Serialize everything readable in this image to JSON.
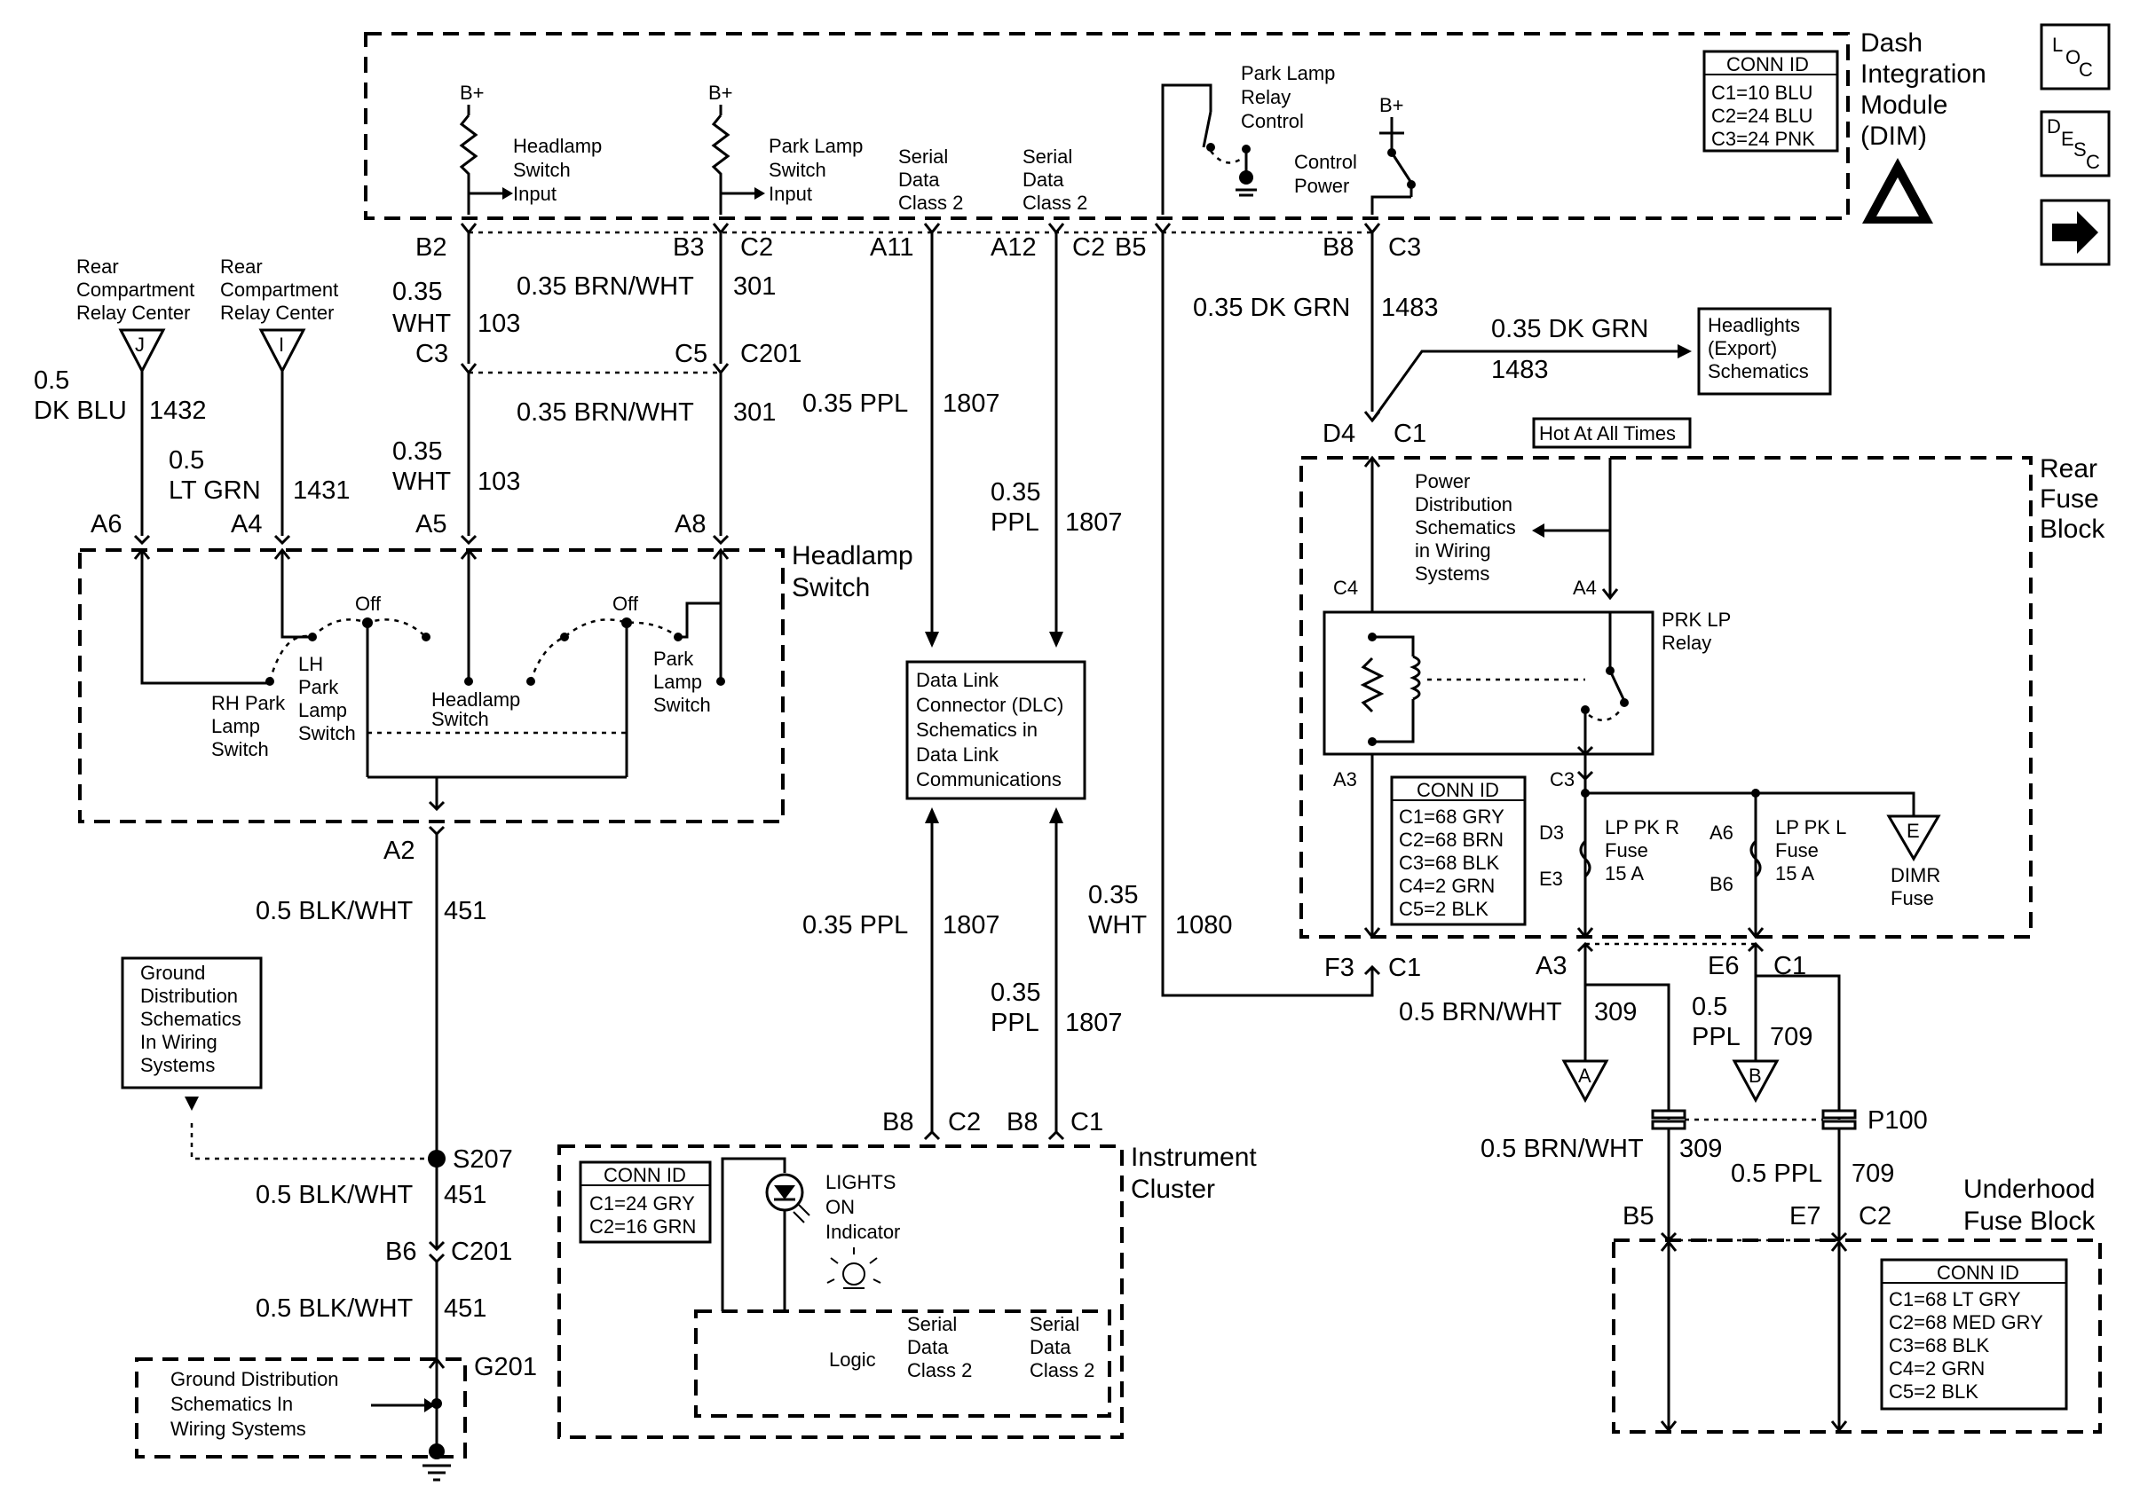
{
  "dim": {
    "title_lines": [
      "Dash",
      "Integration",
      "Module",
      "(DIM)"
    ],
    "conn_id": {
      "header": "CONN ID",
      "rows": [
        "C1=10 BLU",
        "C2=24 BLU",
        "C3=24 PNK"
      ]
    },
    "bplus": "B+",
    "headlamp_input": [
      "Headlamp",
      "Switch",
      "Input"
    ],
    "parklamp_input": [
      "Park Lamp",
      "Switch",
      "Input"
    ],
    "serial_a": [
      "Serial",
      "Data",
      "Class 2"
    ],
    "serial_b": [
      "Serial",
      "Data",
      "Class 2"
    ],
    "park_relay_ctrl": [
      "Park Lamp",
      "Relay",
      "Control"
    ],
    "control_power": [
      "Control",
      "Power"
    ]
  },
  "nav": {
    "loc_label": "LOC",
    "desc_label": "DESC",
    "next": "next-arrow"
  },
  "rear_comp": {
    "j_label": [
      "Rear",
      "Compartment",
      "Relay Center"
    ],
    "i_label": [
      "Rear",
      "Compartment",
      "Relay Center"
    ],
    "j": "J",
    "i": "I"
  },
  "pins": {
    "b2": "B2",
    "b3": "B3",
    "c2a": "C2",
    "a11": "A11",
    "a12": "A12",
    "c2b": "C2",
    "b5": "B5",
    "b8": "B8",
    "c3": "C3",
    "c3b": "C3",
    "c5": "C5",
    "c201": "C201",
    "d4": "D4",
    "c1": "C1",
    "a6": "A6",
    "a4": "A4",
    "a5": "A5",
    "a8": "A8",
    "a2": "A2",
    "s207": "S207",
    "b6": "B6",
    "c201b": "C201",
    "g201": "G201",
    "b8a": "B8",
    "c2c": "C2",
    "b8b": "B8",
    "c1b": "C1",
    "f3": "F3",
    "c1c": "C1",
    "a3": "A3",
    "e6": "E6",
    "c1d": "C1",
    "p100": "P100",
    "b5b": "B5",
    "e7": "E7",
    "c2d": "C2",
    "c4": "C4",
    "a4b": "A4",
    "a3b": "A3",
    "c3c": "C3",
    "d3": "D3",
    "e3": "E3",
    "a6b": "A6",
    "b6b": "B6"
  },
  "wires": {
    "w_035": "0.35",
    "w_wht": "WHT",
    "w103": "103",
    "w103b": "103",
    "brnwht1": "0.35 BRN/WHT",
    "n301": "301",
    "brnwht2": "0.35 BRN/WHT",
    "n301b": "301",
    "dkgrn": "0.35 DK GRN",
    "n1483": "1483",
    "dkgrn2": "0.35 DK GRN",
    "n1483b": "1483",
    "ppl1": "0.35 PPL",
    "n1807": "1807",
    "ppl2a": "0.35",
    "ppl2b": "PPL",
    "n1807b": "1807",
    "ppl3": "0.35 PPL",
    "n1807c": "1807",
    "ppl4a": "0.35",
    "ppl4b": "PPL",
    "n1807d": "1807",
    "wht1080a": "0.35",
    "wht1080b": "WHT",
    "n1080": "1080",
    "dkblu_a": "0.5",
    "dkblu_b": "DK BLU",
    "n1432": "1432",
    "ltgrn_a": "0.5",
    "ltgrn_b": "LT GRN",
    "n1431": "1431",
    "blkwht1": "0.5 BLK/WHT",
    "n451": "451",
    "blkwht2": "0.5 BLK/WHT",
    "n451b": "451",
    "blkwht3": "0.5 BLK/WHT",
    "n451c": "451",
    "brnwht309": "0.5 BRN/WHT",
    "n309": "309",
    "ppl709a": "0.5",
    "ppl709b": "PPL",
    "n709": "709",
    "brnwht309b": "0.5 BRN/WHT",
    "n309b": "309",
    "ppl709c": "0.5 PPL",
    "n709b": "709",
    "w035b": "0.35",
    "wht2": "WHT"
  },
  "headlamp_switch": {
    "title": [
      "Headlamp",
      "Switch"
    ],
    "off1": "Off",
    "off2": "Off",
    "rh": [
      "RH Park",
      "Lamp",
      "Switch"
    ],
    "lh": [
      "LH",
      "Park",
      "Lamp",
      "Switch"
    ],
    "hl": [
      "Headlamp",
      "Switch"
    ],
    "park": [
      "Park",
      "Lamp",
      "Switch"
    ]
  },
  "ground_dist": [
    "Ground",
    "Distribution",
    "Schematics",
    "In Wiring",
    "Systems"
  ],
  "ground_dist2": [
    "Ground Distribution",
    "Schematics In",
    "Wiring Systems"
  ],
  "dlc": [
    "Data Link",
    "Connector (DLC)",
    "Schematics in",
    "Data Link",
    "Communications"
  ],
  "cluster": {
    "title": [
      "Instrument",
      "Cluster"
    ],
    "conn_id": {
      "header": "CONN ID",
      "rows": [
        "C1=24 GRY",
        "C2=16 GRN"
      ]
    },
    "lights": [
      "LIGHTS",
      "ON",
      "Indicator"
    ],
    "logic": "Logic",
    "serial_a": [
      "Serial",
      "Data",
      "Class 2"
    ],
    "serial_b": [
      "Serial",
      "Data",
      "Class 2"
    ]
  },
  "headlights": [
    "Headlights",
    "(Export)",
    "Schematics"
  ],
  "hot": "Hot At All Times",
  "rear_fuse": {
    "title": [
      "Rear",
      "Fuse",
      "Block"
    ],
    "power_dist": [
      "Power",
      "Distribution",
      "Schematics",
      "in Wiring",
      "Systems"
    ],
    "relay": [
      "PRK LP",
      "Relay"
    ],
    "conn_id": {
      "header": "CONN ID",
      "rows": [
        "C1=68 GRY",
        "C2=68 BRN",
        "C3=68 BLK",
        "C4=2 GRN",
        "C5=2 BLK"
      ]
    },
    "fuse_r": [
      "LP PK R",
      "Fuse",
      "15 A"
    ],
    "fuse_l": [
      "LP PK L",
      "Fuse",
      "15 A"
    ],
    "dimr": [
      "DIMR",
      "Fuse"
    ],
    "e": "E"
  },
  "arrows": {
    "a": "A",
    "b": "B"
  },
  "underhood": {
    "title": [
      "Underhood",
      "Fuse Block"
    ],
    "conn_id": {
      "header": "CONN ID",
      "rows": [
        "C1=68 LT GRY",
        "C2=68 MED GRY",
        "C3=68 BLK",
        "C4=2 GRN",
        "C5=2 BLK"
      ]
    }
  }
}
